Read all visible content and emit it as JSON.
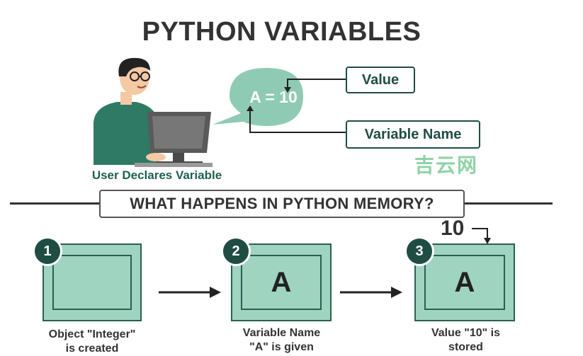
{
  "title": "PYTHON VARIABLES",
  "user_caption": "User Declares Variable",
  "bubble": {
    "expression": "A = 10"
  },
  "callouts": {
    "value": "Value",
    "variable_name": "Variable Name"
  },
  "watermark": "吉云网",
  "section_title": "WHAT HAPPENS IN PYTHON MEMORY?",
  "steps": [
    {
      "number": "1",
      "box_label": "",
      "caption_line1": "Object \"Integer\"",
      "caption_line2": "is created"
    },
    {
      "number": "2",
      "box_label": "A",
      "caption_line1": "Variable Name",
      "caption_line2": "\"A\" is given"
    },
    {
      "number": "3",
      "box_label": "A",
      "caption_line1": "Value \"10\" is",
      "caption_line2": "stored"
    }
  ],
  "stored_value": "10",
  "colors": {
    "accent_dark": "#1f4d43",
    "box_fill": "#9ed4c0",
    "bubble_fill": "#8fcbb4"
  }
}
